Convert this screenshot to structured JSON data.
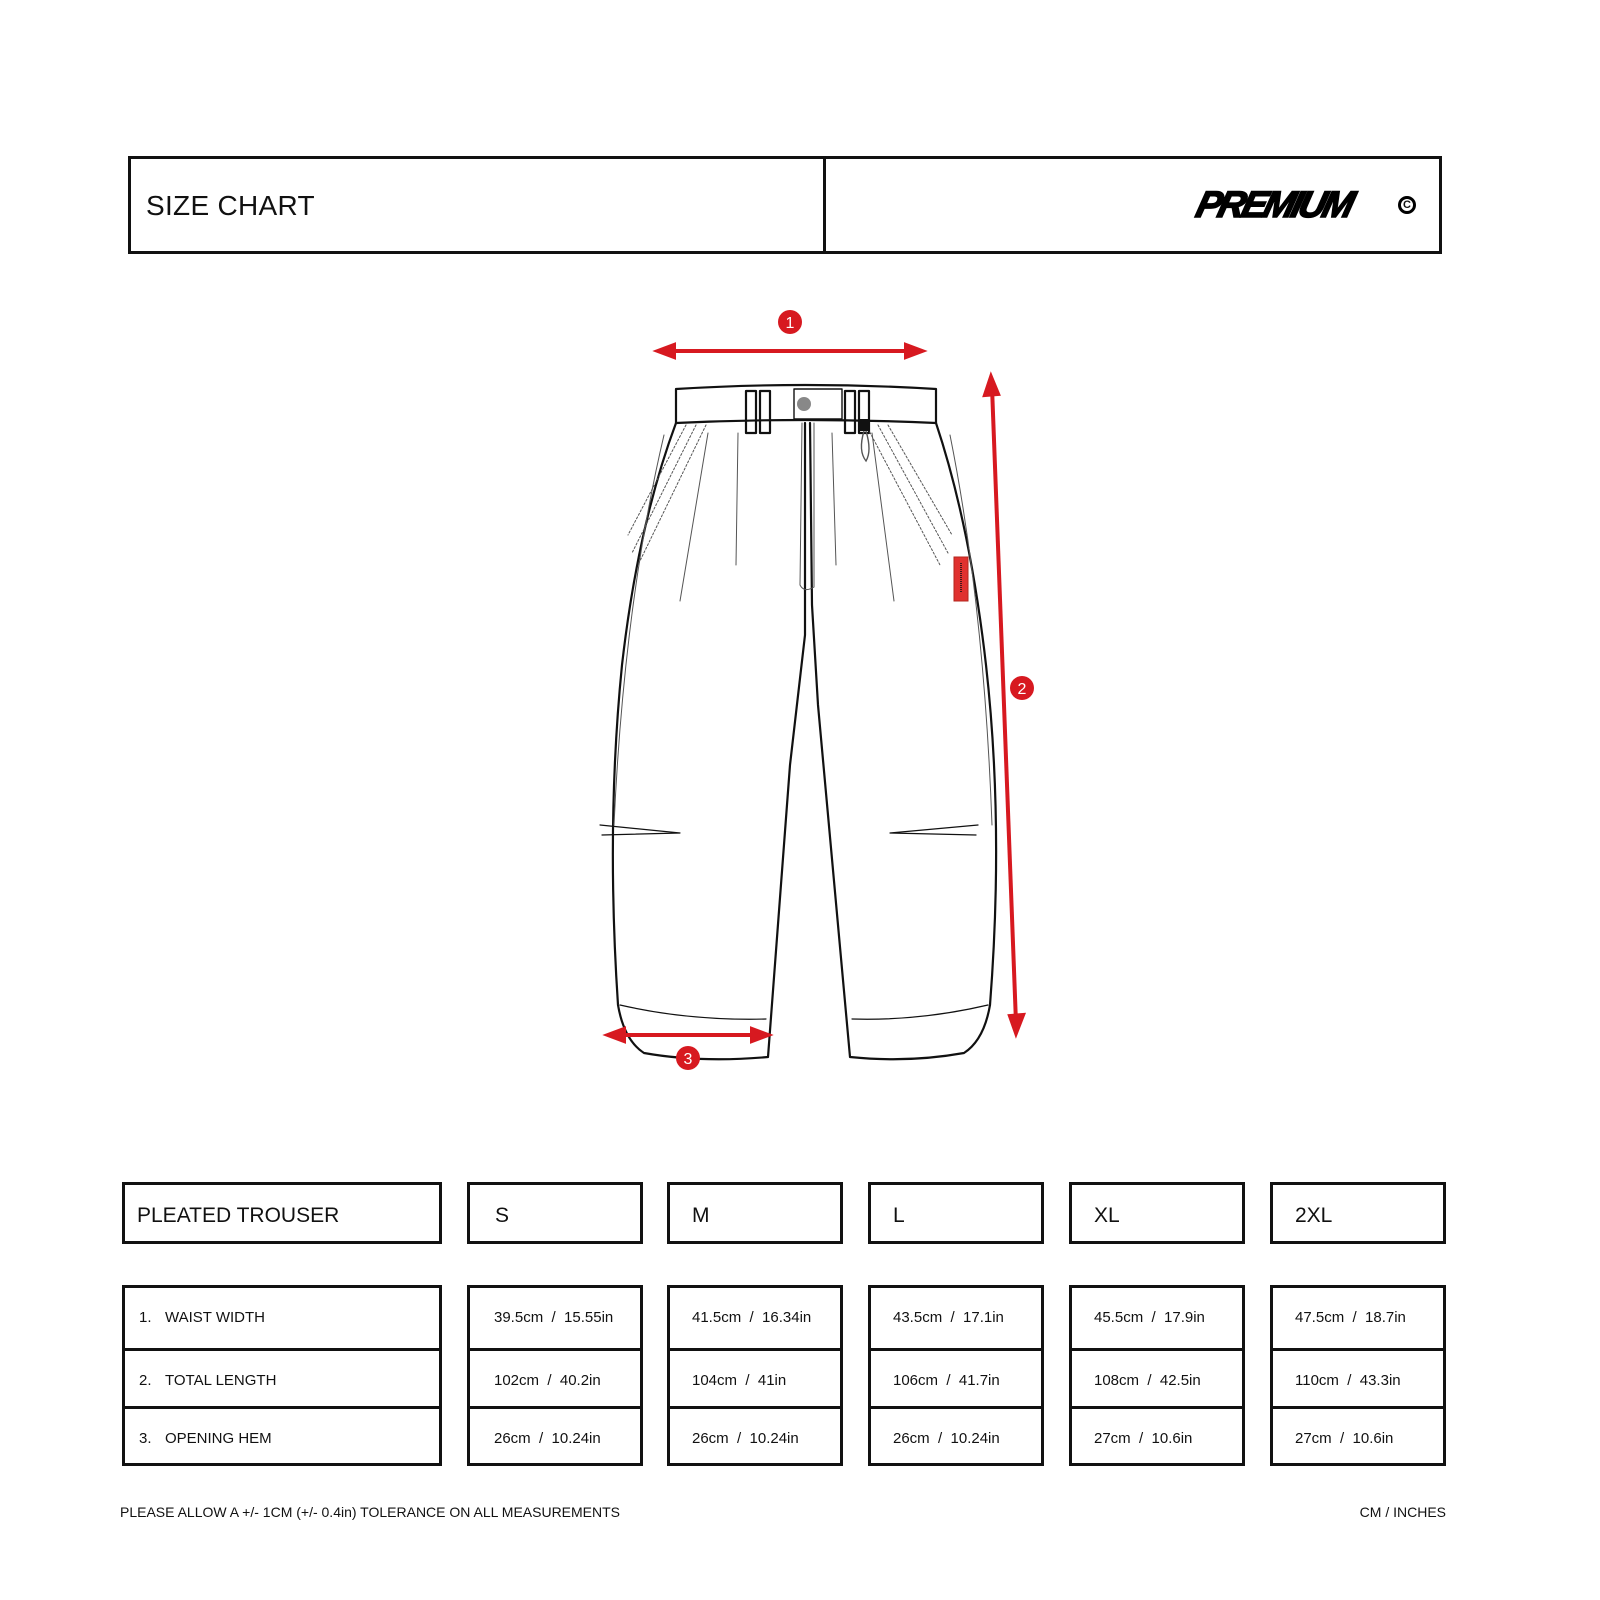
{
  "header": {
    "title": "SIZE CHART",
    "brand": "PREMIUM",
    "brand_mark": "C"
  },
  "diagram": {
    "markers": [
      "1",
      "2",
      "3"
    ],
    "arrow_color": "#d71920",
    "label_tag_color": "#e0312f"
  },
  "table": {
    "product_name": "PLEATED TROUSER",
    "sizes": [
      "S",
      "M",
      "L",
      "XL",
      "2XL"
    ],
    "measurements": [
      {
        "num": "1.",
        "label": "WAIST WIDTH",
        "values": [
          "39.5cm  /  15.55in",
          "41.5cm  /  16.34in",
          "43.5cm  /  17.1in",
          "45.5cm  /  17.9in",
          "47.5cm  /  18.7in"
        ]
      },
      {
        "num": "2.",
        "label": "TOTAL LENGTH",
        "values": [
          "102cm  /  40.2in",
          "104cm  /  41in",
          "106cm  /  41.7in",
          "108cm  /  42.5in",
          "110cm  /  43.3in"
        ]
      },
      {
        "num": "3.",
        "label": "OPENING HEM",
        "values": [
          "26cm  /  10.24in",
          "26cm  /  10.24in",
          "26cm  /  10.24in",
          "27cm  /  10.6in",
          "27cm  /  10.6in"
        ]
      }
    ]
  },
  "footer": {
    "tolerance_note": "PLEASE ALLOW A +/- 1CM (+/- 0.4in) TOLERANCE ON ALL MEASUREMENTS",
    "units": "CM / INCHES"
  }
}
